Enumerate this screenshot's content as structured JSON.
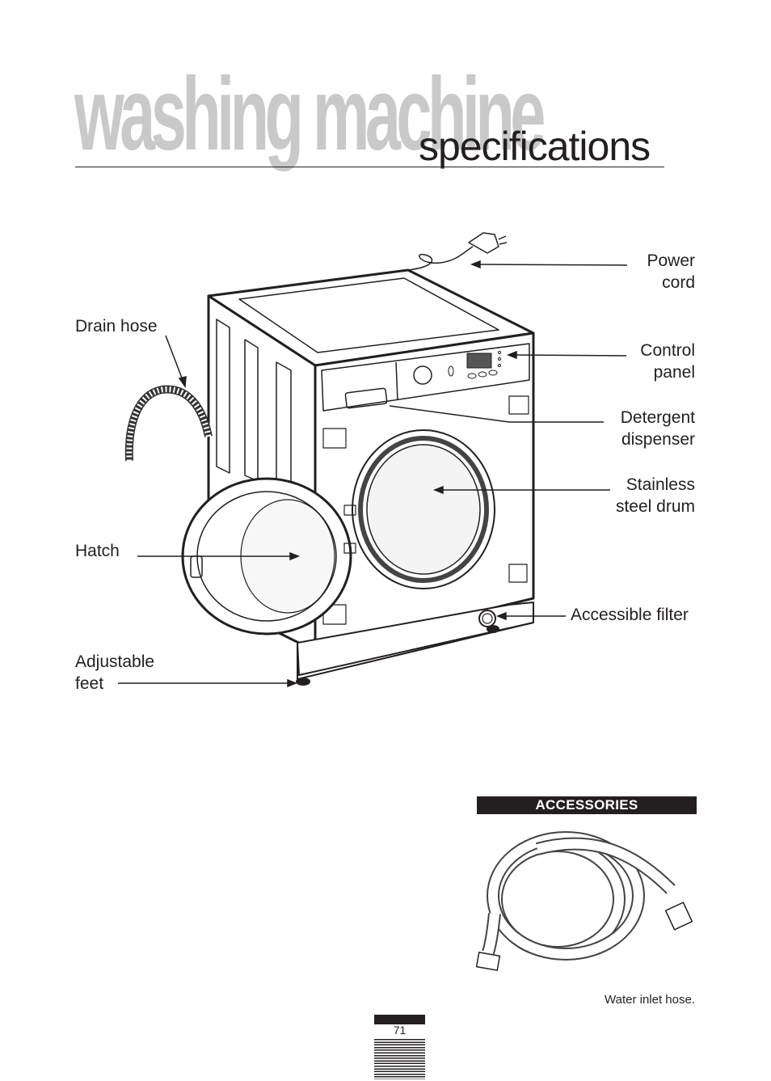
{
  "heading": {
    "main": "washing machine",
    "sub": "specifications"
  },
  "callouts": {
    "power_cord": [
      "Power",
      "cord"
    ],
    "drain_hose": "Drain hose",
    "control_panel": [
      "Control",
      "panel"
    ],
    "detergent_dispenser": [
      "Detergent",
      "dispenser"
    ],
    "stainless_steel_drum": [
      "Stainless",
      "steel drum"
    ],
    "hatch": "Hatch",
    "accessible_filter": "Accessible filter",
    "adjustable_feet": [
      "Adjustable",
      "feet"
    ]
  },
  "accessories": {
    "header": "ACCESSORIES",
    "caption": "Water inlet hose."
  },
  "page_number": "71"
}
